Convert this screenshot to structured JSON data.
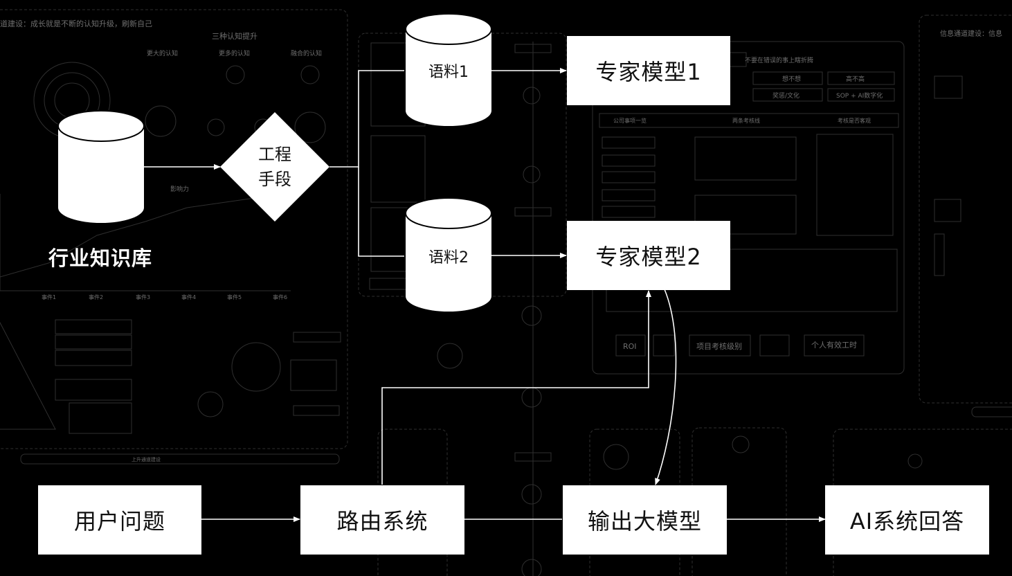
{
  "background": {
    "panel_left_title": "道建设：成长就是不断的认知升级，刷新自己",
    "panel_left_subtitle": "三种认知提升",
    "panel_left_cols": [
      "更大的认知",
      "更多的认知",
      "融合的认知"
    ],
    "panel_left_axis": "影响力",
    "panel_left_events": [
      "事件1",
      "事件2",
      "事件3",
      "事件4",
      "事件5",
      "事件6"
    ],
    "panel_center_header": "不要在错误的事上瞎折腾",
    "panel_center_row": [
      "公司事项一览",
      "两条考核线",
      "考核是否客观"
    ],
    "panel_center_items": [
      "想不想",
      "高不高",
      "奖惩/文化",
      "SOP + AI数字化"
    ],
    "panel_center_bottom": [
      "ROI",
      "项目考核级别",
      "个人有效工时"
    ],
    "panel_right_title": "信息通道建设：信息",
    "panel_left_bottom_bar": "上升通道建设"
  },
  "nodes": {
    "knowledge_base": "行业知识库",
    "engineering": [
      "工程",
      "手段"
    ],
    "corpus1": "语料1",
    "corpus2": "语料2",
    "expert1": "专家模型1",
    "expert2": "专家模型2",
    "user_question": "用户问题",
    "router": "路由系统",
    "output_model": "输出大模型",
    "ai_answer": "AI系统回答"
  },
  "colors": {
    "background": "#000000",
    "node_fill": "#ffffff",
    "node_text": "#111111",
    "arrow": "#ffffff",
    "faint_text": "#6e6e6e"
  }
}
